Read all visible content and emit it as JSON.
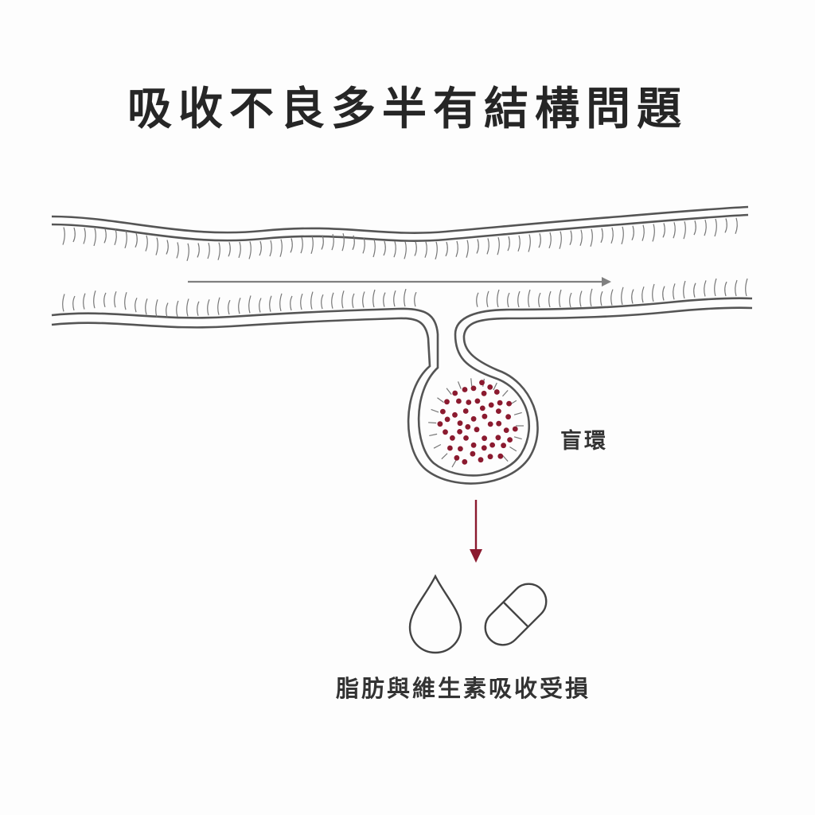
{
  "title": "吸收不良多半有結構問題",
  "labels": {
    "blind_loop": "盲環",
    "caption": "脂肪與維生素吸收受損"
  },
  "icons": {
    "droplet": "droplet-icon",
    "capsule": "capsule-icon"
  },
  "colors": {
    "outline": "#555555",
    "flow_arrow": "#808080",
    "accent": "#8b1a2f",
    "text": "#262626"
  }
}
